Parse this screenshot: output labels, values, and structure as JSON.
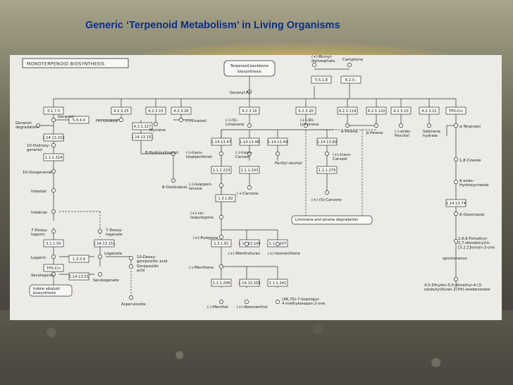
{
  "page": {
    "title": "Generic ‘Terpenoid Metabolism’ in Living Organisms"
  },
  "diagram": {
    "map_title": "MONOTERPENOID BIOSYNTHESIS",
    "backbone": [
      "Terpenoid backbone",
      "biosynthesis"
    ],
    "colors": {
      "title": "#0b2f8a",
      "panel": "#ecebe6",
      "line": "#333333"
    },
    "compounds": [
      {
        "id": "geranyl_pp",
        "lines": [
          "Geranyl-PP"
        ]
      },
      {
        "id": "bornyl",
        "lines": [
          "(+)-Bornyl-",
          "diphosphate"
        ]
      },
      {
        "id": "camphene",
        "lines": [
          "Camphene"
        ]
      },
      {
        "id": "geraniol",
        "lines": [
          "Geraniol"
        ]
      },
      {
        "id": "linalool_p",
        "lines": [
          "(+)-Linalool"
        ]
      },
      {
        "id": "linalool_m",
        "lines": [
          "(-)-Linalool"
        ]
      },
      {
        "id": "myrcene",
        "lines": [
          "Myrcene"
        ]
      },
      {
        "id": "limonene_s",
        "lines": [
          "(-)-(S)-",
          "Limonene"
        ]
      },
      {
        "id": "limonene_r",
        "lines": [
          "(+)-(R)-",
          "Limonene"
        ]
      },
      {
        "id": "a_pinene",
        "lines": [
          "α-Pinene"
        ]
      },
      {
        "id": "b_pinene",
        "lines": [
          "β-Pinene"
        ]
      },
      {
        "id": "fenchol",
        "lines": [
          "(-)-endo-",
          "Fenchol"
        ]
      },
      {
        "id": "sabinene",
        "lines": [
          "Sabinene",
          "hydrate"
        ]
      },
      {
        "id": "a_terpineol",
        "lines": [
          "α-Terpineol"
        ]
      },
      {
        "id": "geraniol_degr",
        "lines": [
          "Geraniol",
          "degradation"
        ]
      },
      {
        "id": "hydroxygeraniol",
        "lines": [
          "10-Hydroxy-",
          "geraniol"
        ]
      },
      {
        "id": "oxogeranial",
        "lines": [
          "10-Oxogeranial"
        ]
      },
      {
        "id": "iridodial",
        "lines": [
          "Iridodial"
        ]
      },
      {
        "id": "iridotrial",
        "lines": [
          "Iridotrial"
        ]
      },
      {
        "id": "deoxyloganin",
        "lines": [
          "7-Deoxy-",
          "loganin"
        ]
      },
      {
        "id": "deoxyloganate",
        "lines": [
          "7-Deoxy-",
          "loganate"
        ]
      },
      {
        "id": "loganin",
        "lines": [
          "Loganin"
        ]
      },
      {
        "id": "loganate",
        "lines": [
          "Loganate"
        ]
      },
      {
        "id": "deoxygeniposidic",
        "lines": [
          "10-Deoxy-",
          "geniposidic acid"
        ]
      },
      {
        "id": "secologanin",
        "lines": [
          "Secologanin"
        ]
      },
      {
        "id": "secologanate",
        "lines": [
          "Secologanate"
        ]
      },
      {
        "id": "geniposidic",
        "lines": [
          "Geniposidic",
          "acid"
        ]
      },
      {
        "id": "asperuloside",
        "lines": [
          "Asperuloside"
        ]
      },
      {
        "id": "hydroxylinalool",
        "lines": [
          "8-Hydroxylinalool"
        ]
      },
      {
        "id": "oxolinalool",
        "lines": [
          "8-Oxolinalool"
        ]
      },
      {
        "id": "isopiperitenol",
        "lines": [
          "(-)-trans-",
          "Isopiperitenol"
        ]
      },
      {
        "id": "carveol_m",
        "lines": [
          "(-)-trans-",
          "Carveol"
        ]
      },
      {
        "id": "perillyl",
        "lines": [
          "Perillyl alcohol"
        ]
      },
      {
        "id": "carveol_p",
        "lines": [
          "(+)-trans-",
          "Carveol"
        ]
      },
      {
        "id": "isopiperitenone",
        "lines": [
          "(-)-Isopiperi-",
          "tenone"
        ]
      },
      {
        "id": "carvone_m",
        "lines": [
          "(-)-Carvone"
        ]
      },
      {
        "id": "carvone_p",
        "lines": [
          "(+)-(S)-Carvone"
        ]
      },
      {
        "id": "cis_isopulegone",
        "lines": [
          "(+)-cis-",
          "Isopulegone"
        ]
      },
      {
        "id": "pulegone",
        "lines": [
          "(+)-Pulegone"
        ]
      },
      {
        "id": "menthofuran",
        "lines": [
          "(+)-Menthofuran"
        ]
      },
      {
        "id": "isomenthone",
        "lines": [
          "(+)-Isomenthone"
        ]
      },
      {
        "id": "menthone",
        "lines": [
          "(-)-Menthone"
        ]
      },
      {
        "id": "menthol",
        "lines": [
          "(-)-Menthol"
        ]
      },
      {
        "id": "neomenthol",
        "lines": [
          "(+)-Neomenthol"
        ]
      },
      {
        "id": "isopropyl",
        "lines": [
          "(4R,7S)-7-Isopropyl-",
          "4-methyloxepan-2-one"
        ]
      },
      {
        "id": "cineole",
        "lines": [
          "1,8-Cineole"
        ]
      },
      {
        "id": "endo_hydroxy",
        "lines": [
          "6-endo-",
          "Hydroxycineole"
        ]
      },
      {
        "id": "oxocineole",
        "lines": [
          "6-Oxocineole"
        ]
      },
      {
        "id": "trimethyl",
        "lines": [
          "1,6,6-Trimethyl-",
          "2,7-dioxabicyclo-",
          "[3.2.2]nonan-3-one"
        ]
      },
      {
        "id": "spontaneous",
        "lines": [
          "spontaneous"
        ]
      },
      {
        "id": "dihydro",
        "lines": [
          "4,5-Dihydro-5,5-dimethyl-4-(3-",
          "oxobutyl)furan-2(3H)-onebenzoate"
        ]
      }
    ],
    "enzymes": [
      "3.1.7.3",
      "4.2.3.25",
      "4.2.3.15",
      "4.2.3.26",
      "4.2.3.16",
      "4.2.3.20",
      "4.2.3.119",
      "4.2.3.120",
      "4.2.3.10",
      "4.2.3.11",
      "TPS-Cin",
      "5.5.1.8",
      "4.2.3.-",
      "5.4.4.4",
      "4.2.1.127",
      "1.14.13.152",
      "1.1.1.324",
      "1.14.13.151",
      "1.14.13.47",
      "1.14.13.48",
      "1.14.13.49",
      "1.14.13.80",
      "1.1.1.243",
      "1.1.1.223",
      "1.1.1.275",
      "1.3.1.82",
      "1.3.1.81",
      "1.14.13.104",
      "1.1.1.207",
      "1.1.1.208",
      "1.14.13.105",
      "1.1.1.241",
      "1.14.13.74",
      "2.1.1.50",
      "1.3.3.9",
      "TPS-Cin",
      "1.14.13.51",
      "1.14.13.151"
    ],
    "references": [
      {
        "id": "indole",
        "lines": [
          "Indole alkaloid",
          "biosynthesis"
        ]
      },
      {
        "id": "limonene_degr",
        "lines": [
          "Limonene and pinene degradation"
        ]
      }
    ]
  }
}
